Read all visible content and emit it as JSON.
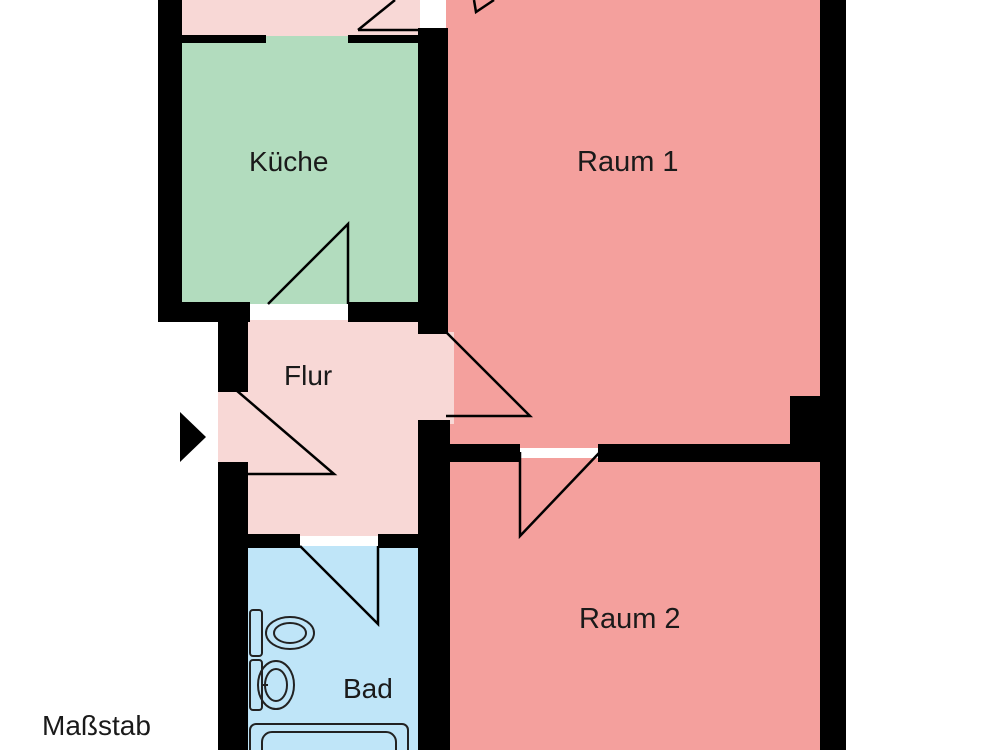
{
  "plan": {
    "rooms": {
      "kueche": {
        "label": "Küche"
      },
      "raum1": {
        "label": "Raum 1"
      },
      "flur": {
        "label": "Flur"
      },
      "raum2": {
        "label": "Raum 2"
      },
      "bad": {
        "label": "Bad"
      }
    },
    "scale_label": "Maßstab",
    "colors": {
      "kitchen": "#b2dcbe",
      "living_rooms": "#f4a09d",
      "hallway": "#f8d8d6",
      "bathroom": "#bfe5f8",
      "walls": "#000000",
      "background": "#ffffff"
    }
  }
}
